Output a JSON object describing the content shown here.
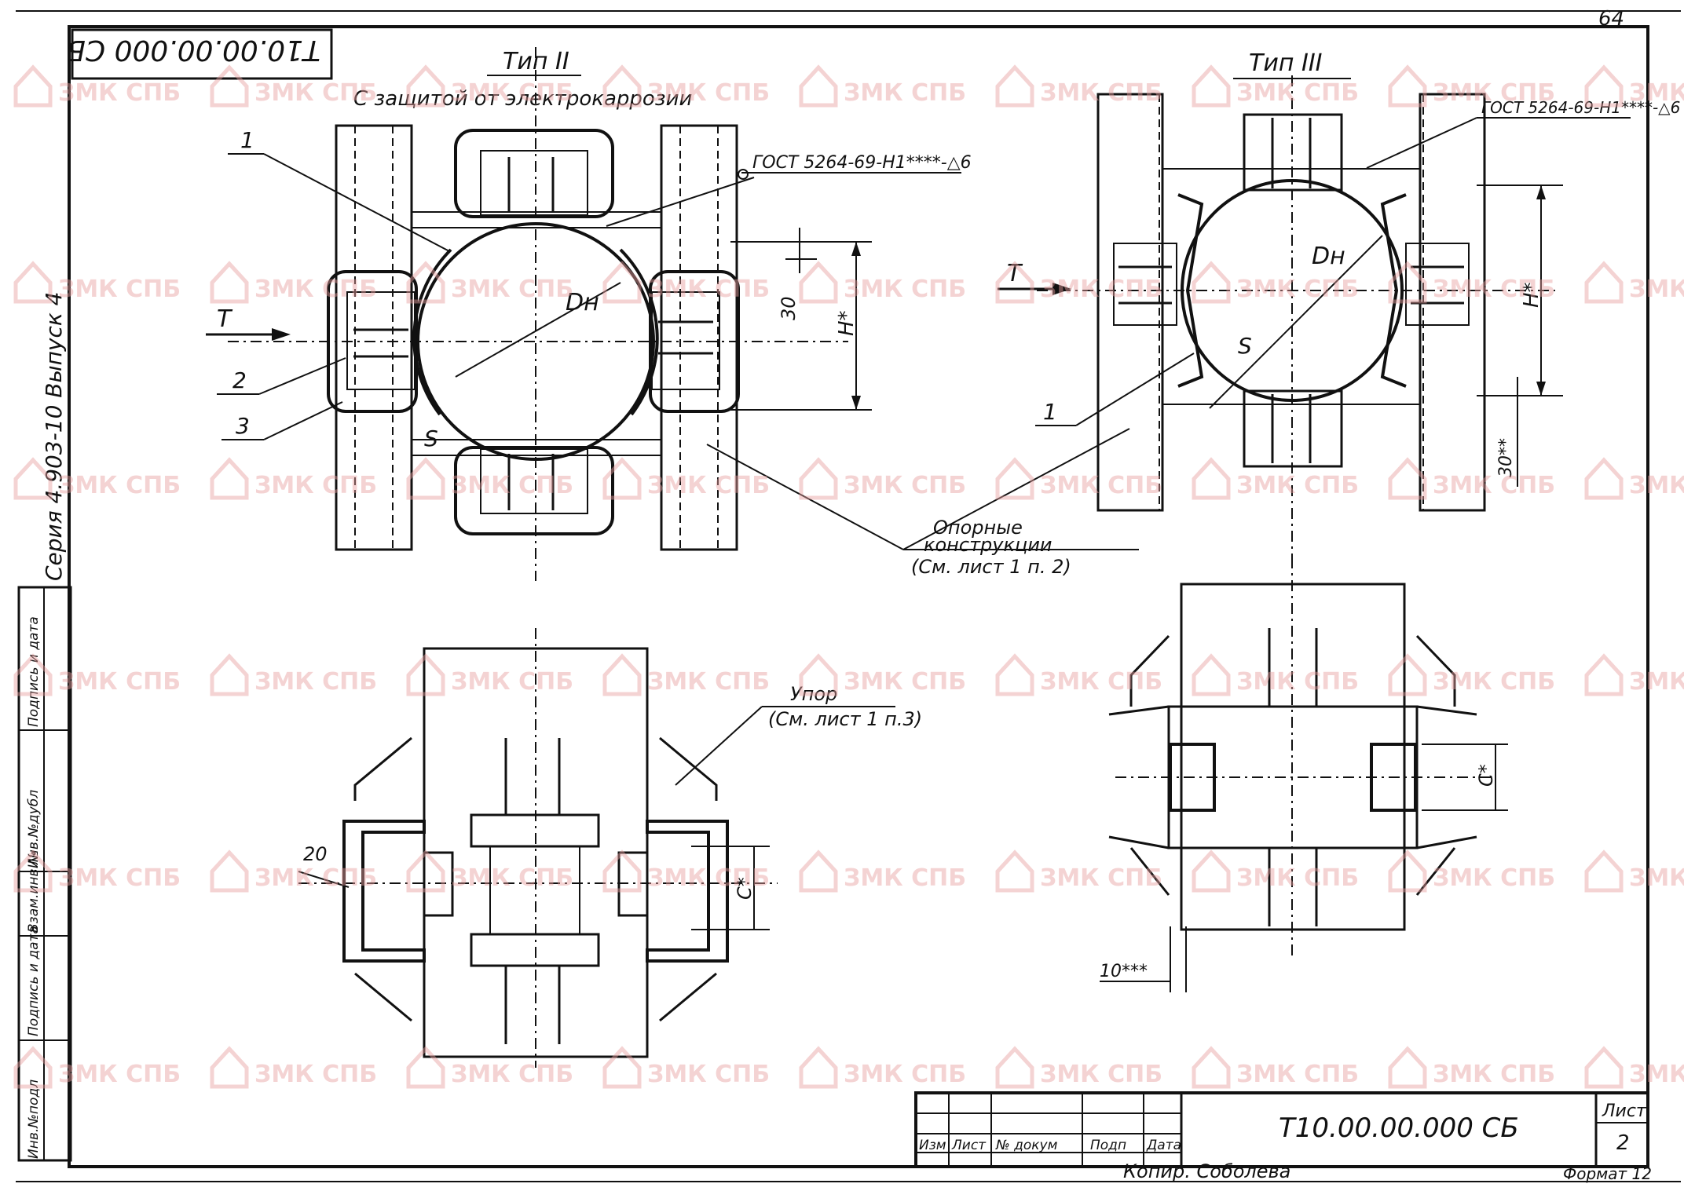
{
  "page_number": "64",
  "stamp_code": "Т10.00.00.000 СБ",
  "series_label": "Серия 4.903-10  Выпуск 4",
  "watermark": {
    "text": "ЗМК СПБ",
    "color": "#e8a0a0"
  },
  "type2": {
    "title": "Тип II",
    "subtitle": "С защитой от электрокаррозии",
    "weld_note": "ГОСТ 5264-69-Н1****-△6",
    "callouts": [
      "1",
      "2",
      "3"
    ],
    "force_label": "Т",
    "dim_30": "30",
    "dim_h": "H*",
    "dn": "Dн",
    "s": "S",
    "stop_note_1": "Упор",
    "stop_note_2": "(См. лист 1 п.3)",
    "dim_20": "20",
    "dim_c": "С*"
  },
  "type3": {
    "title": "Тип III",
    "weld_note": "ГОСТ 5264-69-Н1****-△6",
    "callout": "1",
    "force_label": "Т",
    "dn": "Dн",
    "s": "S",
    "dim_h": "H*",
    "dim_30": "30**",
    "dim_c": "С*",
    "dim_10": "10***"
  },
  "support_note": [
    "Опорные",
    "конструкции",
    "(См. лист 1 п. 2)"
  ],
  "side_stamp": [
    "Инв.№подл",
    "Подпись и дата",
    "Взам.инв.№",
    "Инв.№дубл",
    "Подпись и дата"
  ],
  "title_block": {
    "headers": [
      "Изм",
      "Лист",
      "№ докум",
      "Подп",
      "Дата"
    ],
    "code": "Т10.00.00.000 СБ",
    "sheet_label": "Лист",
    "sheet_number": "2"
  },
  "copy_note": "Копир. Соболева",
  "format_note": "Формат 12"
}
